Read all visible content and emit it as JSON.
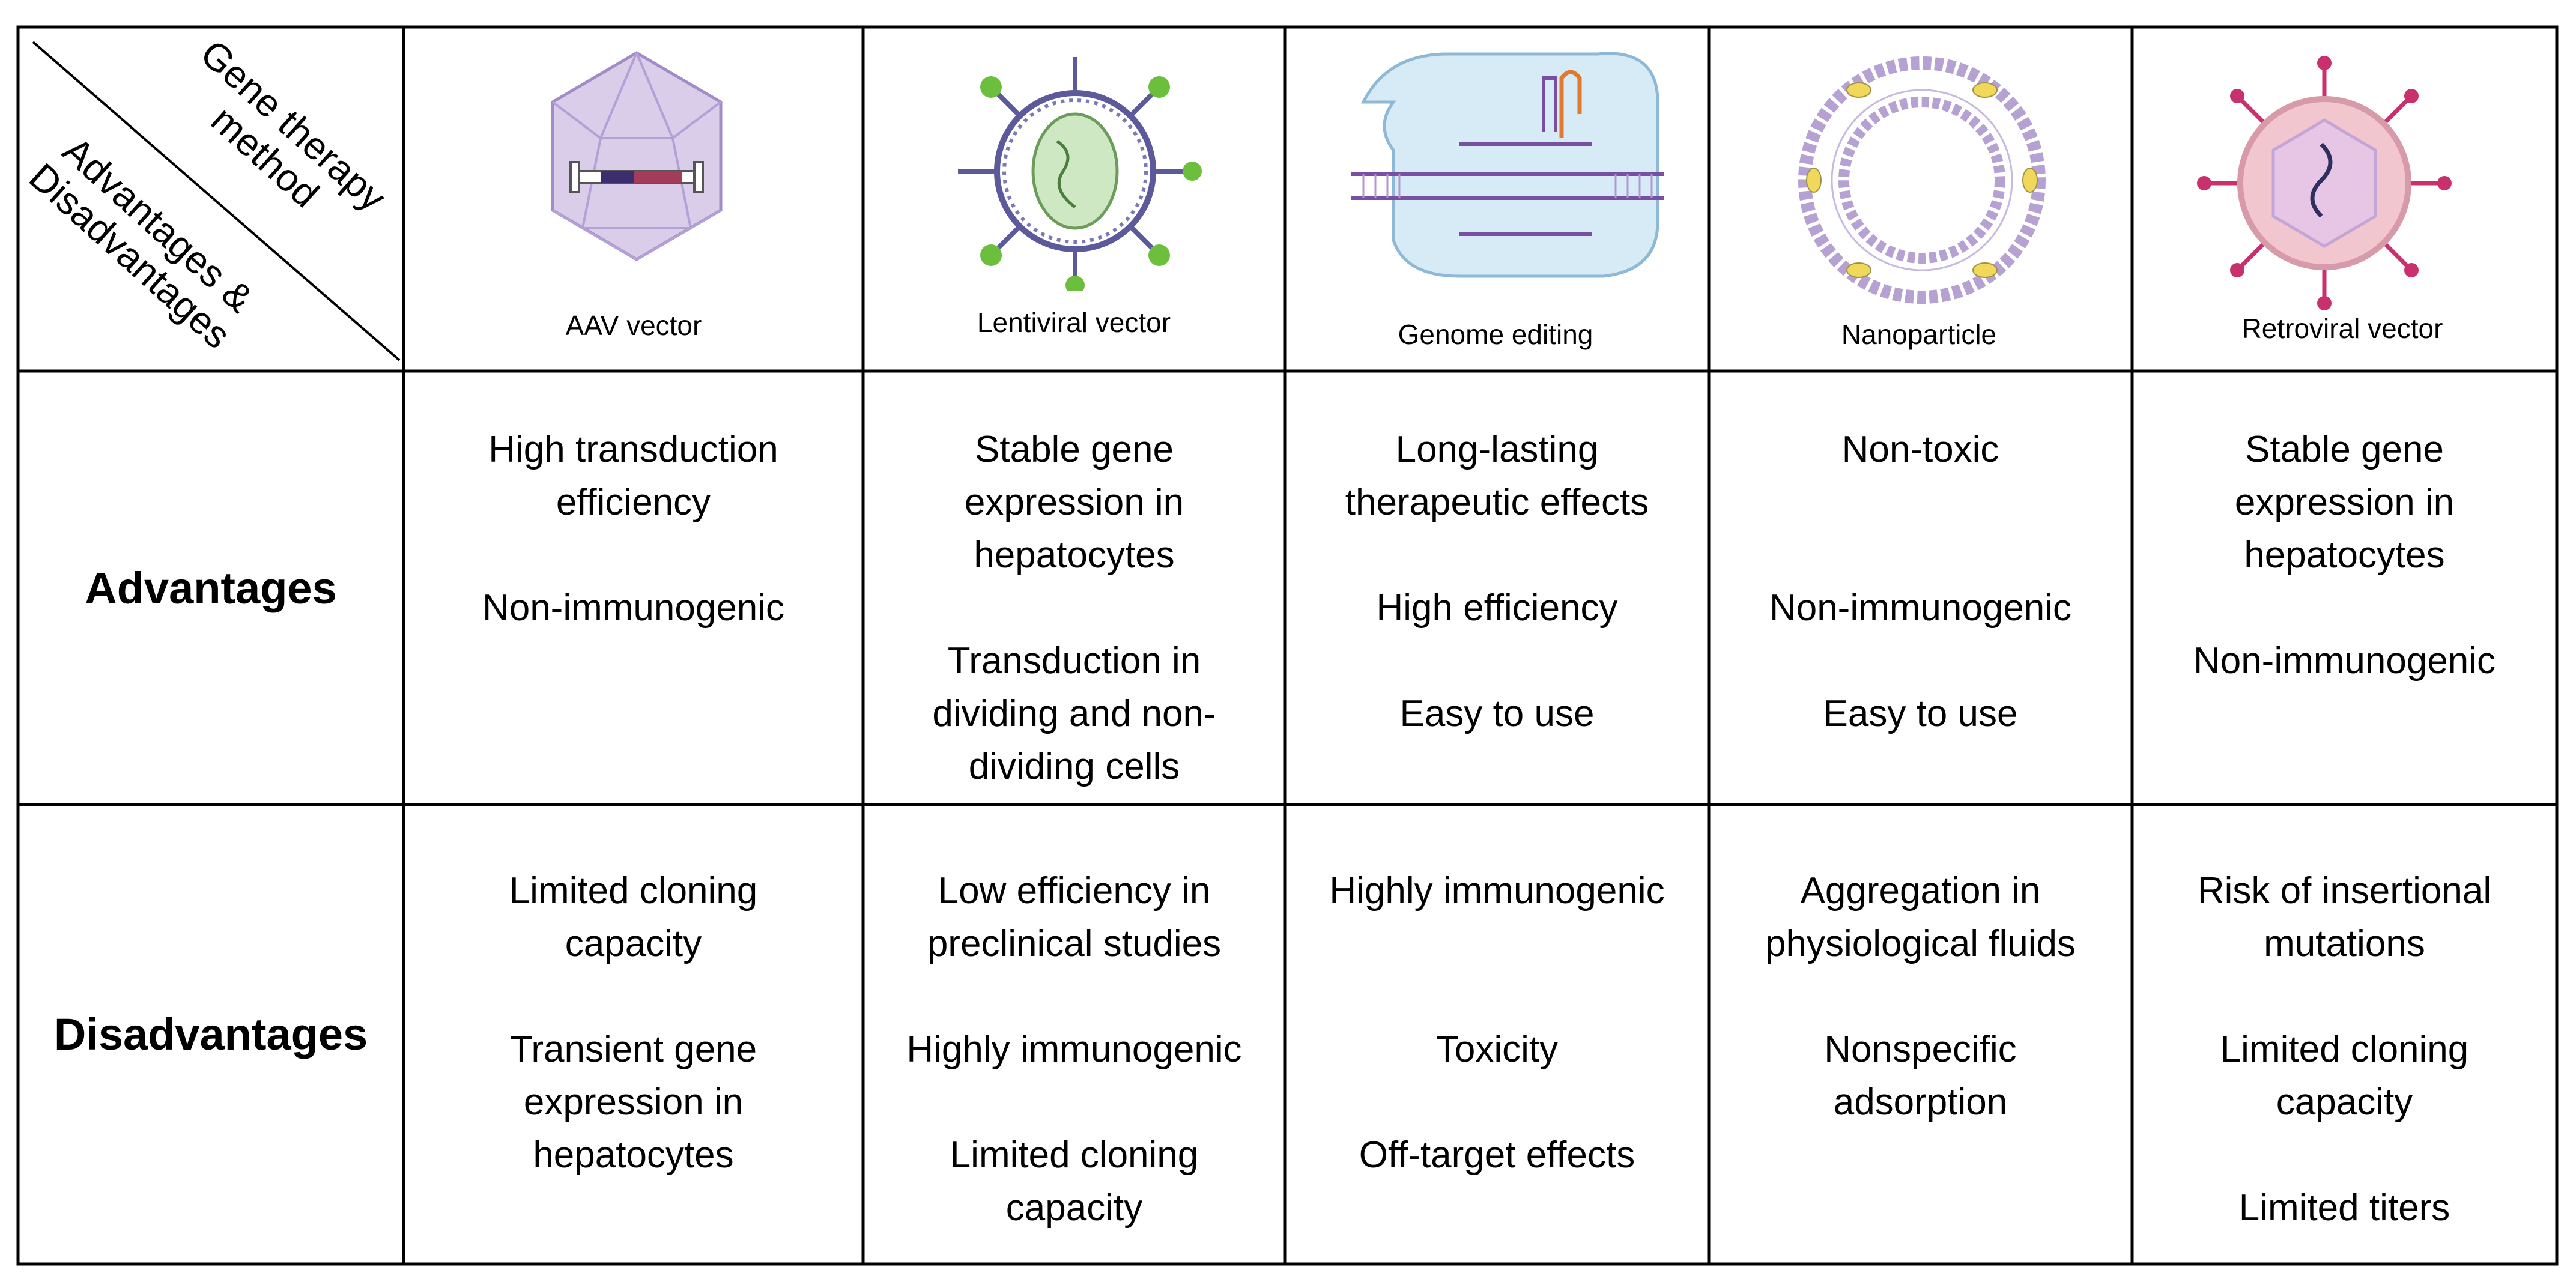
{
  "header": {
    "corner_top": "Gene therapy\nmethod",
    "corner_bottom": "Advantages &\nDisadvantages"
  },
  "methods": [
    {
      "label": "AAV vector",
      "icon": "aav-capsid-icon"
    },
    {
      "label": "Lentiviral vector",
      "icon": "lentivirus-icon"
    },
    {
      "label": "Genome editing",
      "icon": "crispr-dna-icon"
    },
    {
      "label": "Nanoparticle",
      "icon": "liposome-nanoparticle-icon"
    },
    {
      "label": "Retroviral vector",
      "icon": "retrovirus-icon"
    }
  ],
  "rows": [
    {
      "label": "Advantages",
      "cells": [
        [
          "High transduction",
          "efficiency",
          "",
          "Non-immunogenic"
        ],
        [
          "Stable gene",
          "expression in",
          "hepatocytes",
          "",
          "Transduction in",
          "dividing and non-",
          "dividing cells"
        ],
        [
          "Long-lasting",
          "therapeutic effects",
          "",
          "High efficiency",
          "",
          "Easy to use"
        ],
        [
          "Non-toxic",
          "",
          "",
          "Non-immunogenic",
          "",
          "Easy to use"
        ],
        [
          "Stable gene",
          "expression in",
          "hepatocytes",
          "",
          "Non-immunogenic"
        ]
      ]
    },
    {
      "label": "Disadvantages",
      "cells": [
        [
          "Limited cloning",
          "capacity",
          "",
          "Transient gene",
          "expression in",
          "hepatocytes"
        ],
        [
          "Low efficiency in",
          "preclinical studies",
          "",
          "Highly immunogenic",
          "",
          "Limited cloning",
          "capacity"
        ],
        [
          "Highly immunogenic",
          "",
          "",
          "Toxicity",
          "",
          "Off-target effects"
        ],
        [
          "Aggregation in",
          "physiological fluids",
          "",
          "Nonspecific",
          "adsorption"
        ],
        [
          "Risk of insertional",
          "mutations",
          "",
          "Limited cloning",
          "capacity",
          "",
          "Limited titers"
        ]
      ]
    }
  ],
  "colors": {
    "grid_line": "#000000",
    "aav": "#c7b5e0",
    "lentivirus_spike": "#5fae3e",
    "retrovirus": "#e7b8c4",
    "liposome": "#b7a3d1",
    "dna": "#7a4ea3"
  }
}
